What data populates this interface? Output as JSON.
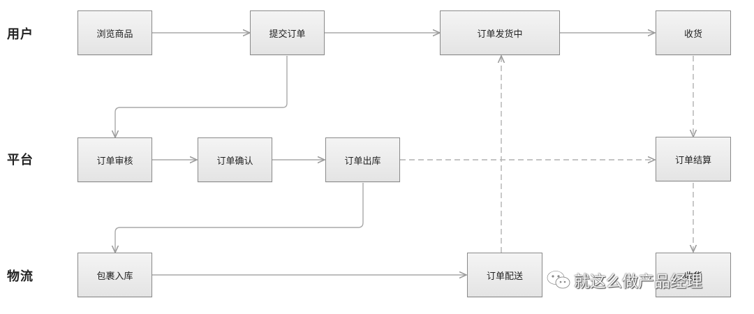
{
  "lanes": {
    "user": "用户",
    "platform": "平台",
    "logistics": "物流"
  },
  "nodes": {
    "browse": "浏览商品",
    "submit": "提交订单",
    "shipping": "订单发货中",
    "receive": "收货",
    "review": "订单审核",
    "confirm": "订单确认",
    "outbound": "订单出库",
    "settle": "订单结算",
    "pack": "包裹入库",
    "deliver": "订单配送",
    "sign": "收货"
  },
  "watermark": {
    "text": "就这么做产品经理",
    "icon": "wechat-icon"
  }
}
